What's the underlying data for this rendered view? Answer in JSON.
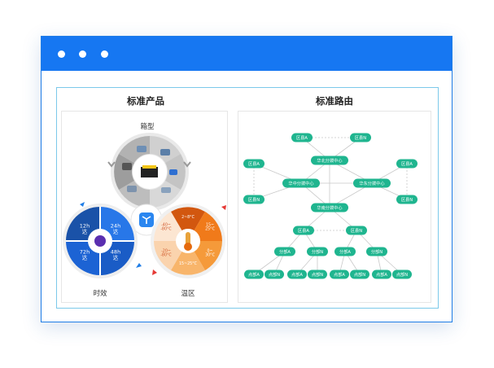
{
  "window": {
    "accent": "#1677f2",
    "controls": [
      "dot",
      "dot",
      "dot"
    ]
  },
  "left_panel": {
    "title": "标准产品",
    "box_label": "箱型",
    "time_label": "时效",
    "temp_label": "温区",
    "time_segments": [
      "12h\n达",
      "24h\n达",
      "72h\n达",
      "48h\n达"
    ],
    "temp_segments": [
      "2~8°C",
      "15~\n25°C",
      "0~\n30°C",
      "15~25°C",
      "-20~\n-80°C",
      "-40~\n-80°C"
    ]
  },
  "right_panel": {
    "title": "标准路由",
    "top_districts": [
      "区县A",
      "区县N"
    ],
    "hub_north": "华北分拨中心",
    "hub_central": "华中分拨中心",
    "hub_east": "华东分拨中心",
    "hub_south": "华南分拨中心",
    "left_districts": [
      "区县A",
      "区县N"
    ],
    "right_districts": [
      "区县A",
      "区县N"
    ],
    "mid_districts": [
      "区县A",
      "区县N"
    ],
    "branches": [
      "分部A",
      "分部N",
      "分部A",
      "分部N"
    ],
    "points": [
      "点部A",
      "点部N",
      "点部A",
      "点部N",
      "点部A",
      "点部N",
      "点部A",
      "点部N"
    ],
    "node_color": "#1fb58f"
  }
}
